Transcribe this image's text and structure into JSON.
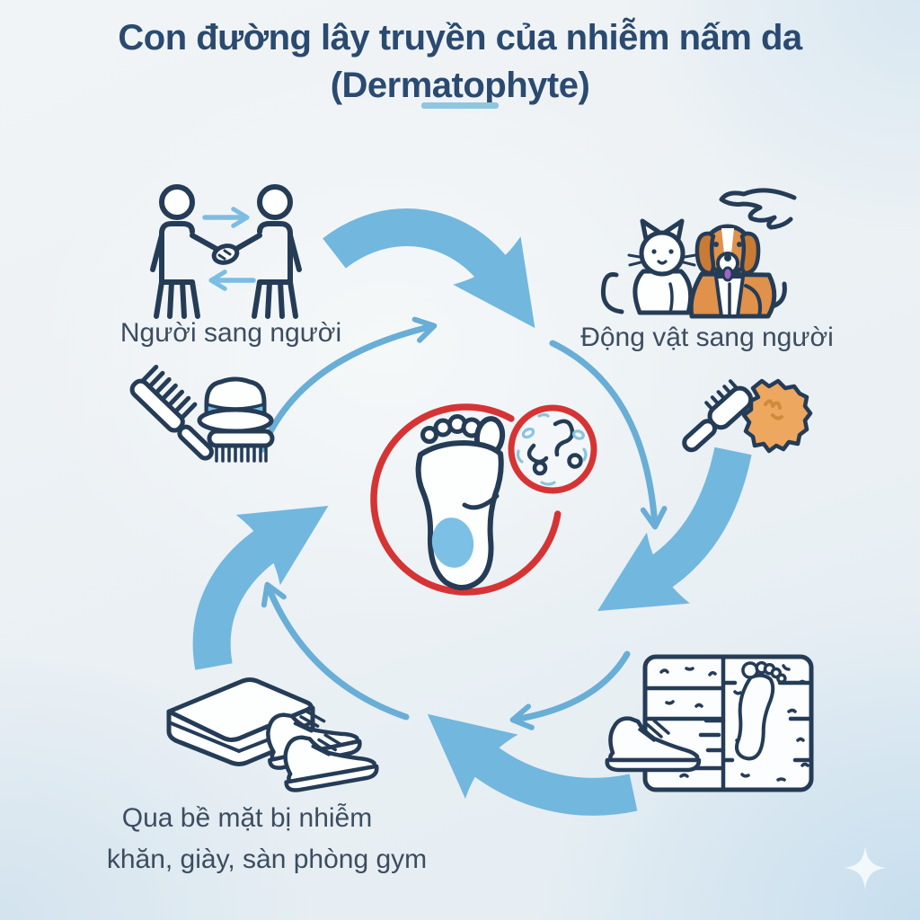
{
  "title": {
    "line1": "Con đường lây truyền của nhiễm nấm da",
    "line2": "(Dermatophyte)"
  },
  "labels": {
    "person_to_person": "Người sang người",
    "animal_to_person": "Động vật sang người",
    "surface_line1": "Qua bề mặt bị nhiễm",
    "surface_line2": "khăn, giày, sàn phòng gym"
  },
  "icons": [
    "handshake-people-icon",
    "exchange-arrows-icon",
    "petting-hand-icon",
    "cat-icon",
    "dog-icon",
    "comb-icon",
    "hat-icon",
    "small-comb-icon",
    "brush-icon",
    "fur-patch-icon",
    "infected-foot-icon",
    "fungus-magnifier-icon",
    "cycle-arrow-icon",
    "floor-tiles-icon",
    "footprint-icon",
    "sneaker-icon",
    "towel-icon",
    "shoes-pair-icon",
    "sparkle-icon"
  ],
  "colors": {
    "outline_navy": "#253c57",
    "thick_arrow_blue": "#72b7de",
    "thin_arrow_blue": "#68aed6",
    "exchange_arrow_blue": "#7cbde3",
    "highlight_red": "#d63434",
    "accent_light_blue": "#7cc0e5",
    "dog_orange": "#e0914a",
    "stain_orange": "#eda75e",
    "title_text": "#2a4a70",
    "label_text": "#3c4d60"
  }
}
